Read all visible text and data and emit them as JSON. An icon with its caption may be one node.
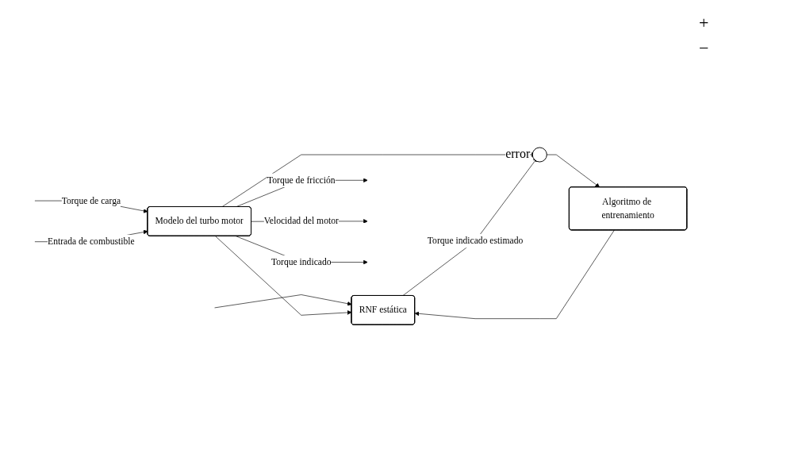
{
  "diagram": {
    "nodes": [
      {
        "text": [
          "Modelo del turbo motor"
        ]
      },
      {
        "text": [
          "RNF estática"
        ]
      },
      {
        "text": [
          "Algoritmo de entrenamiento"
        ]
      },
      {
        "text": [],
        "shape": "circle",
        "beside": [
          "error"
        ]
      }
    ],
    "edges": [
      {
        "from": null,
        "to": 0,
        "arrow": "to",
        "label": "Torque de carga"
      },
      {
        "from": null,
        "to": 0,
        "arrow": "to",
        "label": "Entrada de combustible"
      },
      {
        "from": 0,
        "to": null,
        "arrow": "to",
        "label": "Torque de fricción"
      },
      {
        "from": 0,
        "to": null,
        "arrow": "to",
        "label": "Velocidad del motor"
      },
      {
        "from": 0,
        "to": null,
        "arrow": "to",
        "label": "Torque indicado"
      },
      {
        "from": null,
        "to": 1,
        "arrow": "to"
      },
      {
        "from": 0,
        "to": 1,
        "arrow": "to"
      },
      {
        "from": 0,
        "to": 3,
        "arrow": "to"
      },
      {
        "from": 1,
        "to": 3,
        "arrow": "to",
        "label": "Torque indicado estimado"
      },
      {
        "from": 3,
        "to": 2,
        "arrow": "to"
      },
      {
        "from": 2,
        "to": 1,
        "arrow": "to"
      }
    ],
    "labels": [
      "+",
      "−"
    ]
  }
}
